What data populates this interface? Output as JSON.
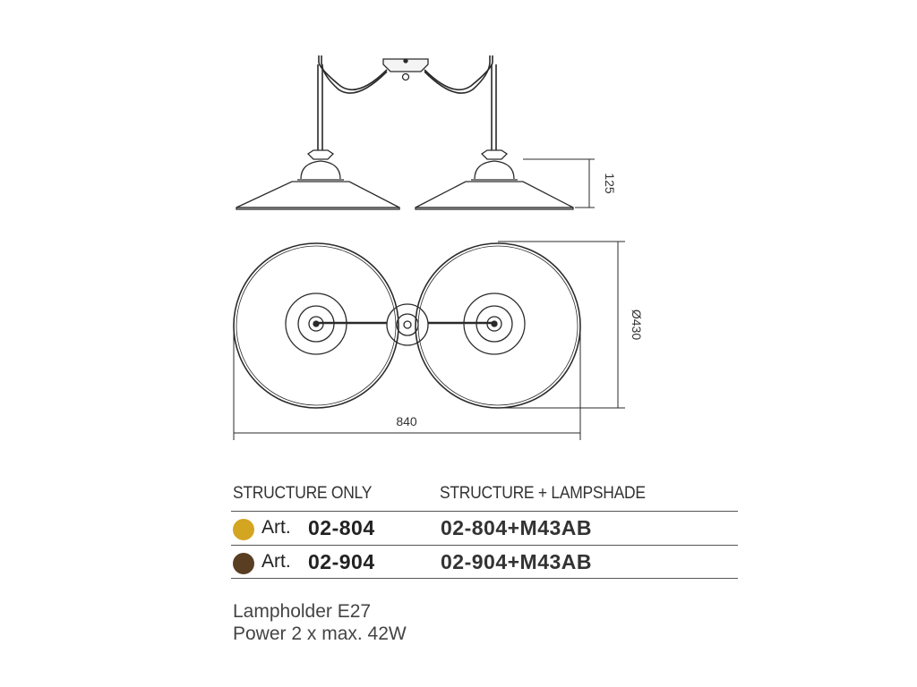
{
  "dimensions": {
    "height": "125",
    "diameter": "Ø430",
    "width": "840"
  },
  "table": {
    "headers": {
      "structure_only": "STRUCTURE ONLY",
      "structure_lampshade": "STRUCTURE + LAMPSHADE"
    },
    "rows": [
      {
        "swatch_color": "#d4a520",
        "art_label": "Art.",
        "code": "02-804",
        "combo": "02-804+M43AB"
      },
      {
        "swatch_color": "#5a3e22",
        "art_label": "Art.",
        "code": "02-904",
        "combo": "02-904+M43AB"
      }
    ]
  },
  "specs": {
    "lampholder": "Lampholder E27",
    "power": "Power 2 x max. 42W"
  }
}
